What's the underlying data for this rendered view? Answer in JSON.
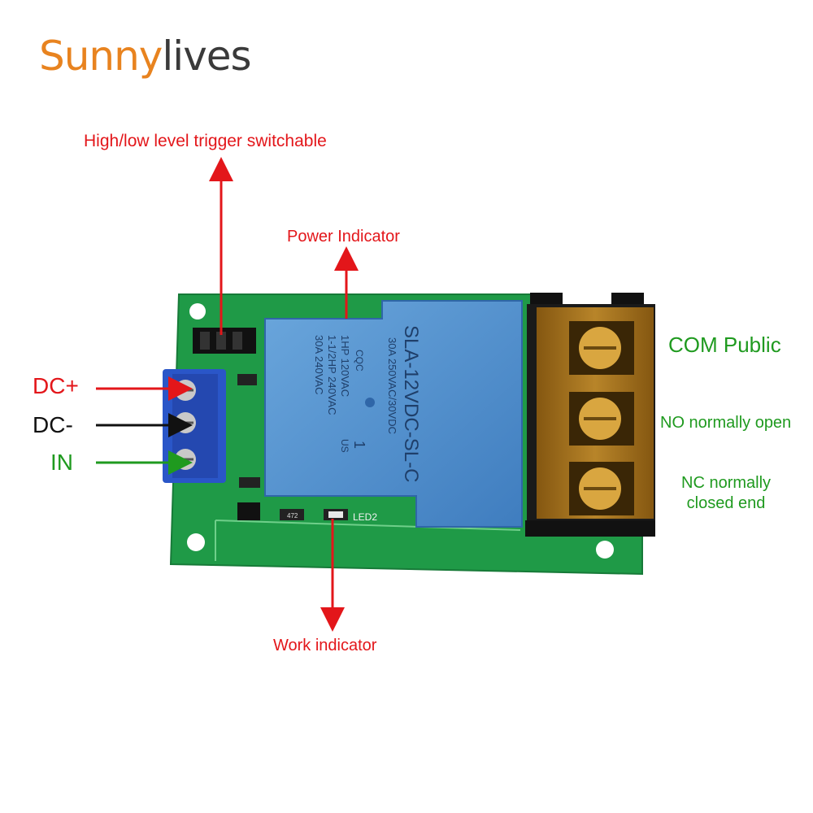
{
  "logo": {
    "part1": "Sunny",
    "part2": "lives"
  },
  "labels": {
    "trigger": "High/low level trigger switchable",
    "power": "Power Indicator",
    "work": "Work indicator",
    "dc_plus": "DC+",
    "dc_minus": "DC-",
    "in": "IN",
    "com": "COM Public",
    "no": "NO normally open",
    "nc_line1": "NC normally",
    "nc_line2": "closed end"
  },
  "relay": {
    "model": "SLA-12VDC-SL-C",
    "brand": "CQC",
    "line1": "1HP 120VAC",
    "line2": "1-1/2HP 240VAC",
    "line3": "30A 240VAC",
    "rating1": "30A 250VAC/30VDC",
    "us": "US",
    "number": "1"
  },
  "board": {
    "led_label": "LED2",
    "resistor": "472"
  },
  "colors": {
    "red": "#e3161a",
    "green": "#1f9a1f",
    "pcb": "#1f9a47",
    "relay": "#4f8fcf",
    "terminal_blue": "#2a56c8",
    "barrier": "#b07a1a"
  }
}
